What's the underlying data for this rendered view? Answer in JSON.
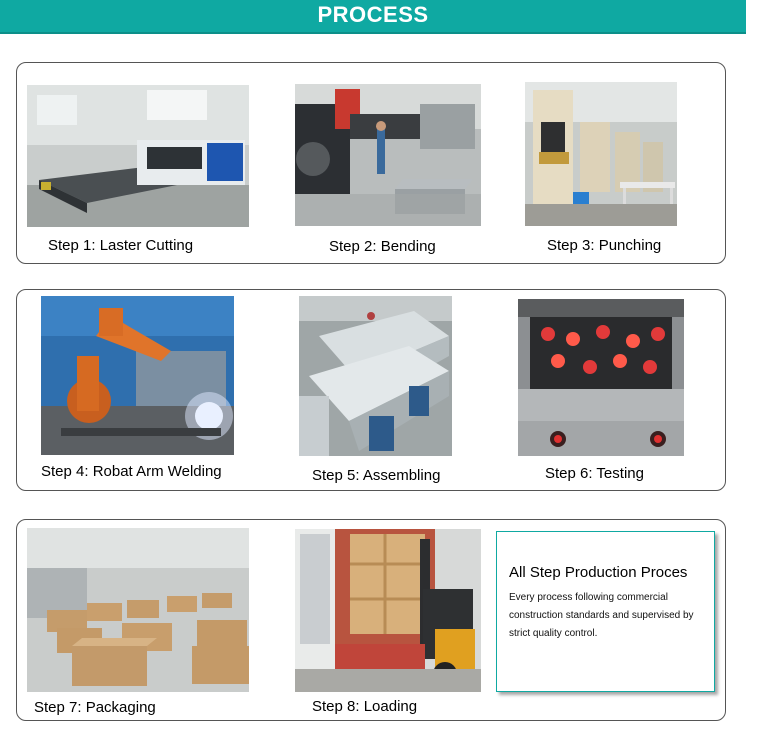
{
  "header": {
    "title": "PROCESS"
  },
  "steps": [
    {
      "label": "Step 1: Laster Cutting"
    },
    {
      "label": "Step 2: Bending"
    },
    {
      "label": "Step 3: Punching"
    },
    {
      "label": "Step 4: Robat Arm Welding"
    },
    {
      "label": "Step 5: Assembling"
    },
    {
      "label": "Step 6: Testing"
    },
    {
      "label": "Step 7: Packaging"
    },
    {
      "label": "Step 8: Loading"
    }
  ],
  "info": {
    "title": "All Step Production Proces",
    "text": "Every process following commercial construction standards and supervised by strict quality control."
  },
  "colors": {
    "accent": "#0fa9a2"
  }
}
